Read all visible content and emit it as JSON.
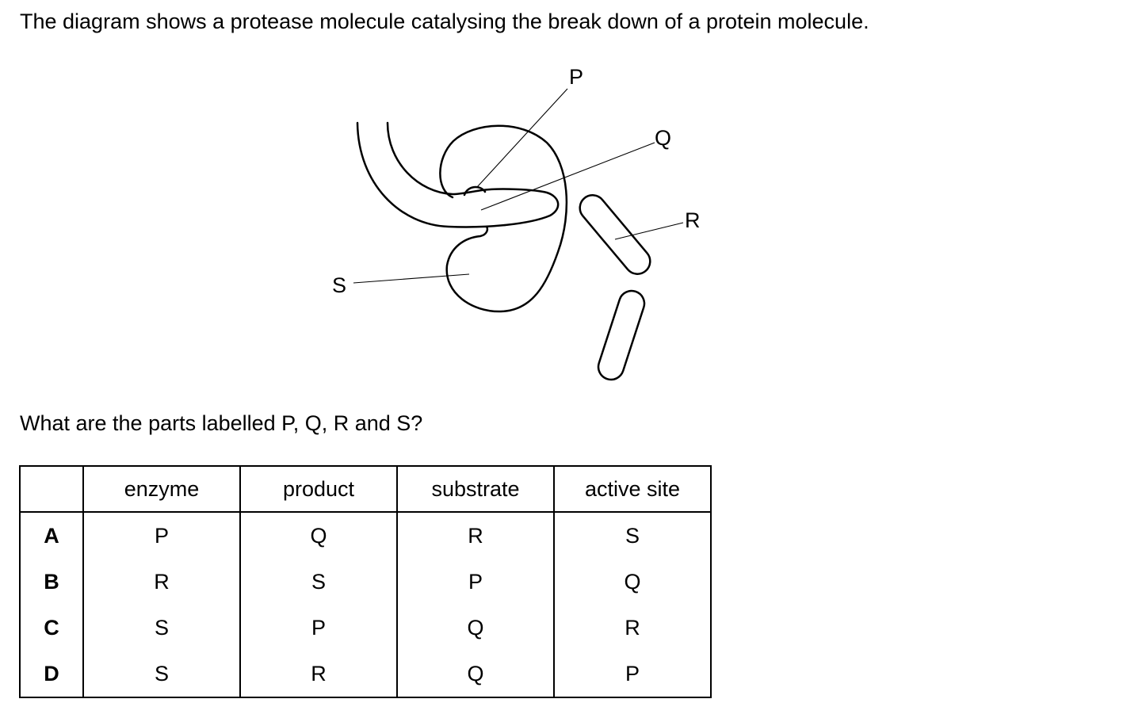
{
  "intro": "The diagram shows a protease molecule catalysing the break down of a protein molecule.",
  "diagram": {
    "labels": {
      "p": "P",
      "q": "Q",
      "r": "R",
      "s": "S"
    }
  },
  "question": "What are the parts labelled P, Q, R and S?",
  "table": {
    "headers": [
      "",
      "enzyme",
      "product",
      "substrate",
      "active site"
    ],
    "rows": [
      [
        "A",
        "P",
        "Q",
        "R",
        "S"
      ],
      [
        "B",
        "R",
        "S",
        "P",
        "Q"
      ],
      [
        "C",
        "S",
        "P",
        "Q",
        "R"
      ],
      [
        "D",
        "S",
        "R",
        "Q",
        "P"
      ]
    ]
  }
}
